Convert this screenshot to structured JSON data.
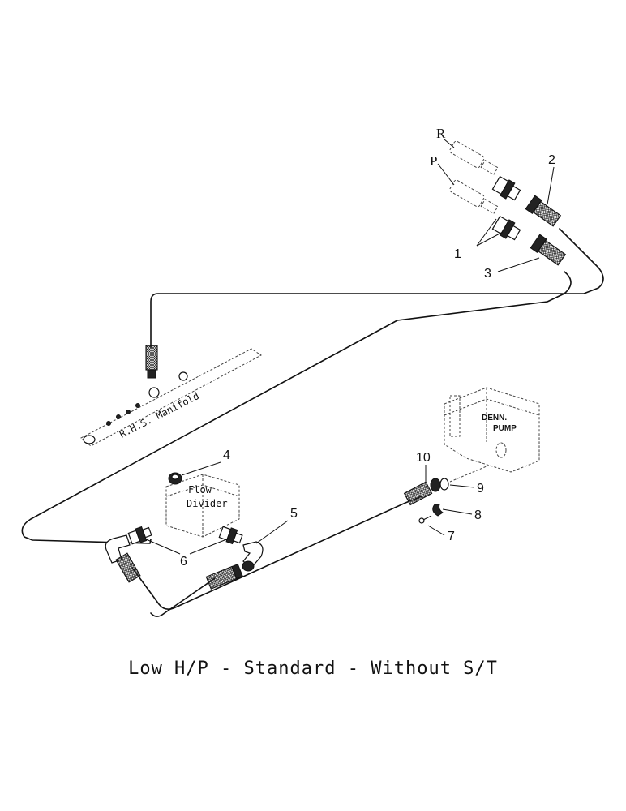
{
  "caption": "Low H/P -  Standard - Without S/T",
  "ports": {
    "r": "R",
    "p": "P"
  },
  "labels": {
    "manifold": "R.H.S. Manifold",
    "flow_line1": "Flow",
    "flow_line2": "Divider",
    "pump_line1": "DENN.",
    "pump_line2": "PUMP"
  },
  "callouts": {
    "c1": "1",
    "c2": "2",
    "c3": "3",
    "c4": "4",
    "c5": "5",
    "c6": "6",
    "c7": "7",
    "c8": "8",
    "c9": "9",
    "c10": "10"
  }
}
